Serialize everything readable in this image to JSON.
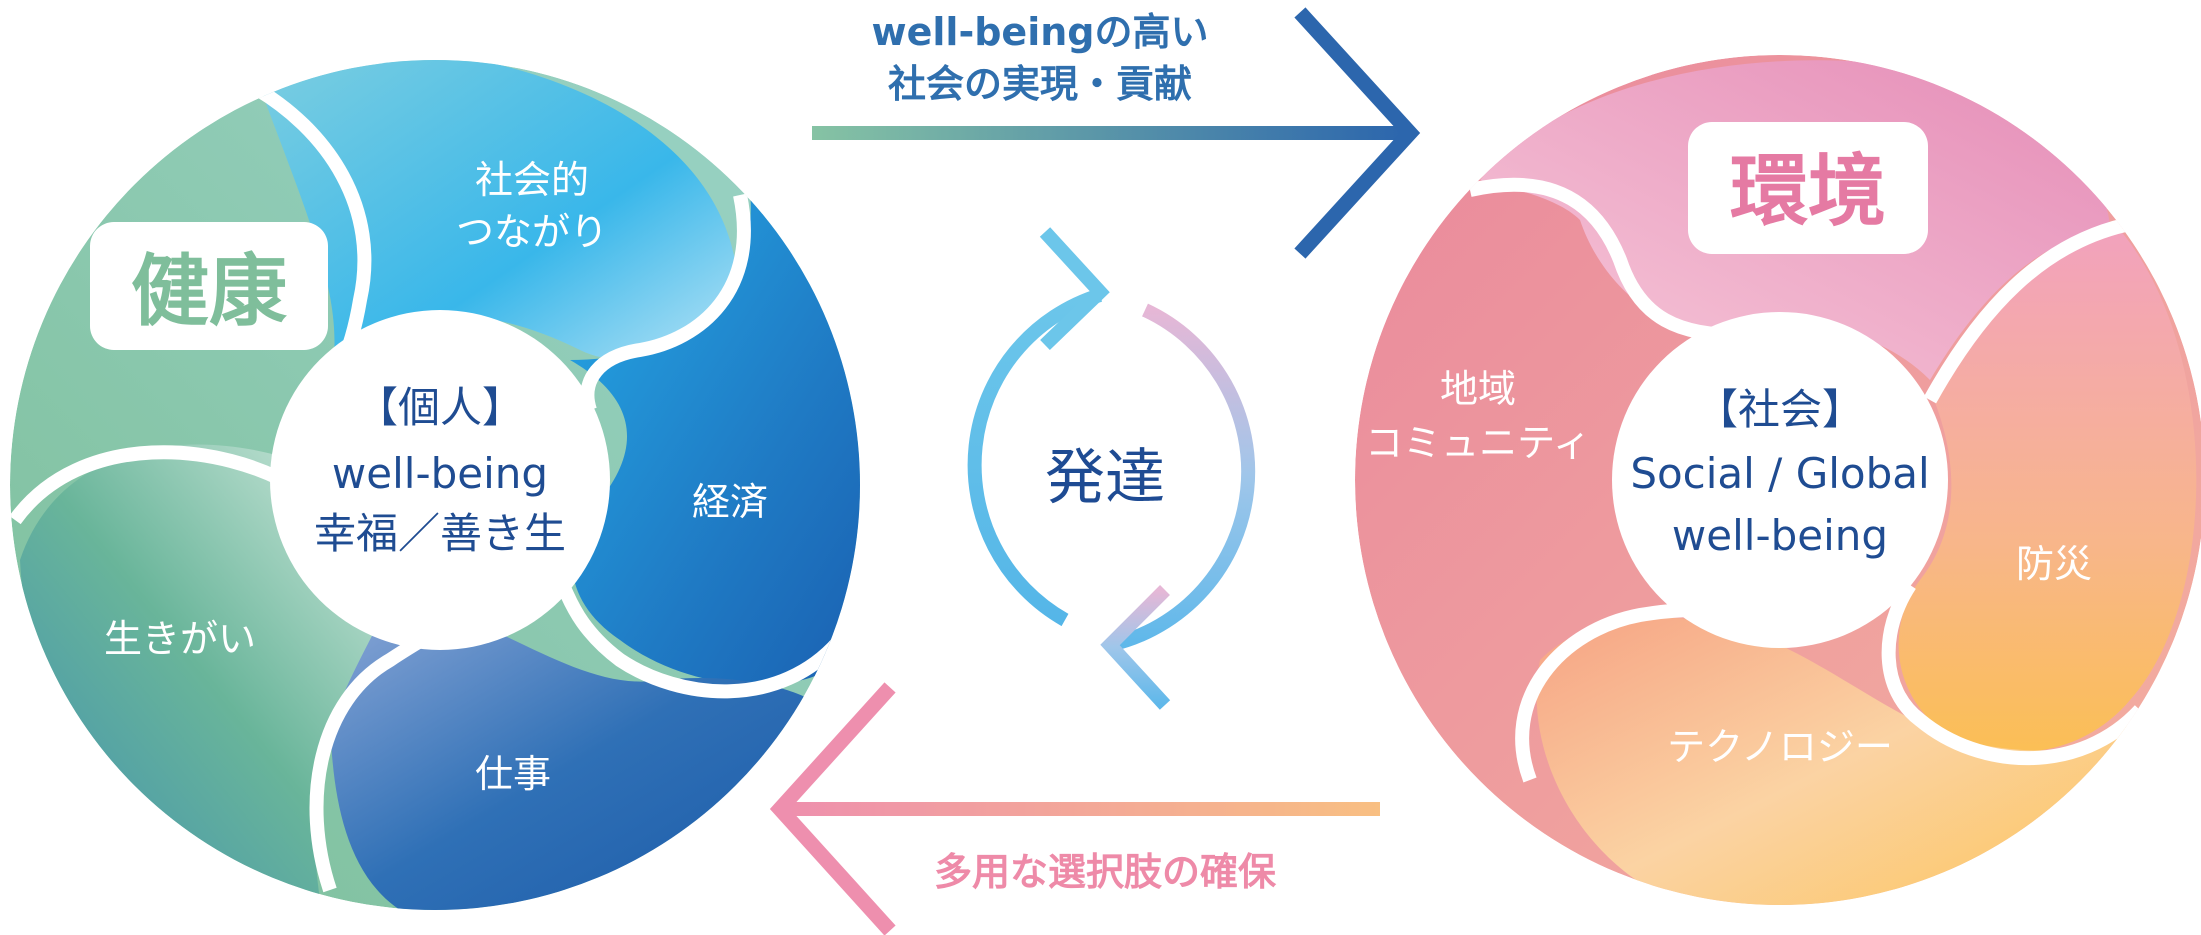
{
  "left_circle": {
    "title": "健康",
    "center": [
      "【個人】",
      "well-being",
      "幸福／善き生"
    ],
    "segments": {
      "social": [
        "社会的",
        "つながり"
      ],
      "economy": "経済",
      "work": "仕事",
      "purpose": "生きがい"
    }
  },
  "right_circle": {
    "title": "環境",
    "center": [
      "【社会】",
      "Social / Global",
      "well-being"
    ],
    "segments": {
      "community": [
        "地域",
        "コミュニティ"
      ],
      "disaster": "防災",
      "technology": "テクノロジー"
    }
  },
  "middle": {
    "label": "発達"
  },
  "top_arrow": {
    "lines": [
      "well-beingの高い",
      "社会の実現・貢献"
    ]
  },
  "bottom_arrow": {
    "label": "多用な選択肢の確保"
  },
  "colors": {
    "left_green": "#7fbe9b",
    "left_cyan": "#29aee8",
    "left_blue": "#1f5fae",
    "right_pink": "#e98aae",
    "right_orange": "#f9b661",
    "right_yellow": "#fbc35b",
    "text_navy": "#1f4c92"
  }
}
